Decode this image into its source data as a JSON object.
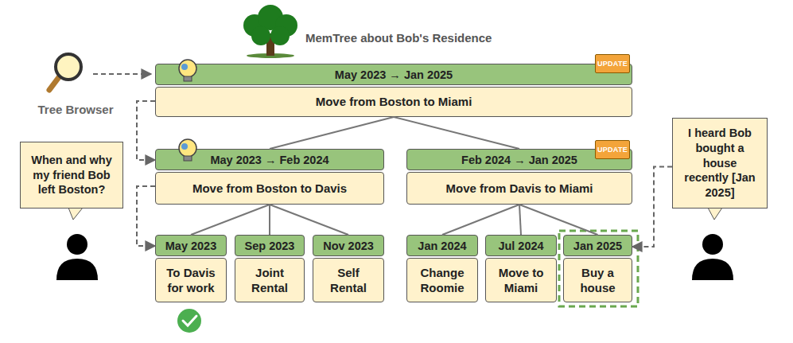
{
  "diagram": {
    "title": "MemTree about Bob's Residence",
    "nodes": [
      {
        "text": [
          "May 2023 → Jan 2025",
          "Move from Boston to Miami"
        ]
      },
      {
        "text": [
          "May 2023 → Feb 2024",
          "Move from Boston to Davis"
        ]
      },
      {
        "text": [
          "Feb 2024 → Jan 2025",
          "Move from Davis to Miami"
        ]
      },
      {
        "text": [
          "May 2023",
          "To Davis for work"
        ]
      },
      {
        "text": [
          "Sep 2023",
          "Joint Rental"
        ]
      },
      {
        "text": [
          "Nov 2023",
          "Self Rental"
        ]
      },
      {
        "text": [
          "Jan 2024",
          "Change Roomie"
        ]
      },
      {
        "text": [
          "Jul 2024",
          "Move to Miami"
        ]
      },
      {
        "text": [
          "Jan 2025",
          "Buy a house"
        ]
      },
      {
        "text": [
          "When and why my friend Bob left Boston?"
        ]
      },
      {
        "text": [
          "I heard Bob bought a house recently [Jan 2025]"
        ]
      }
    ],
    "edges": [
      {
        "from": 0,
        "to": 1,
        "arrow": "none"
      },
      {
        "from": 0,
        "to": 2,
        "arrow": "none"
      },
      {
        "from": 1,
        "to": 3,
        "arrow": "none"
      },
      {
        "from": 1,
        "to": 4,
        "arrow": "none"
      },
      {
        "from": 1,
        "to": 5,
        "arrow": "none"
      },
      {
        "from": 2,
        "to": 6,
        "arrow": "none"
      },
      {
        "from": 2,
        "to": 7,
        "arrow": "none"
      },
      {
        "from": 2,
        "to": 8,
        "arrow": "none"
      },
      {
        "from": 0,
        "to": 1,
        "arrow": "to"
      },
      {
        "from": 1,
        "to": 3,
        "arrow": "to"
      },
      {
        "from": 10,
        "to": 8,
        "arrow": "to"
      }
    ],
    "labels": [
      "UPDATE",
      "Tree Browser",
      "UPDATE"
    ]
  }
}
